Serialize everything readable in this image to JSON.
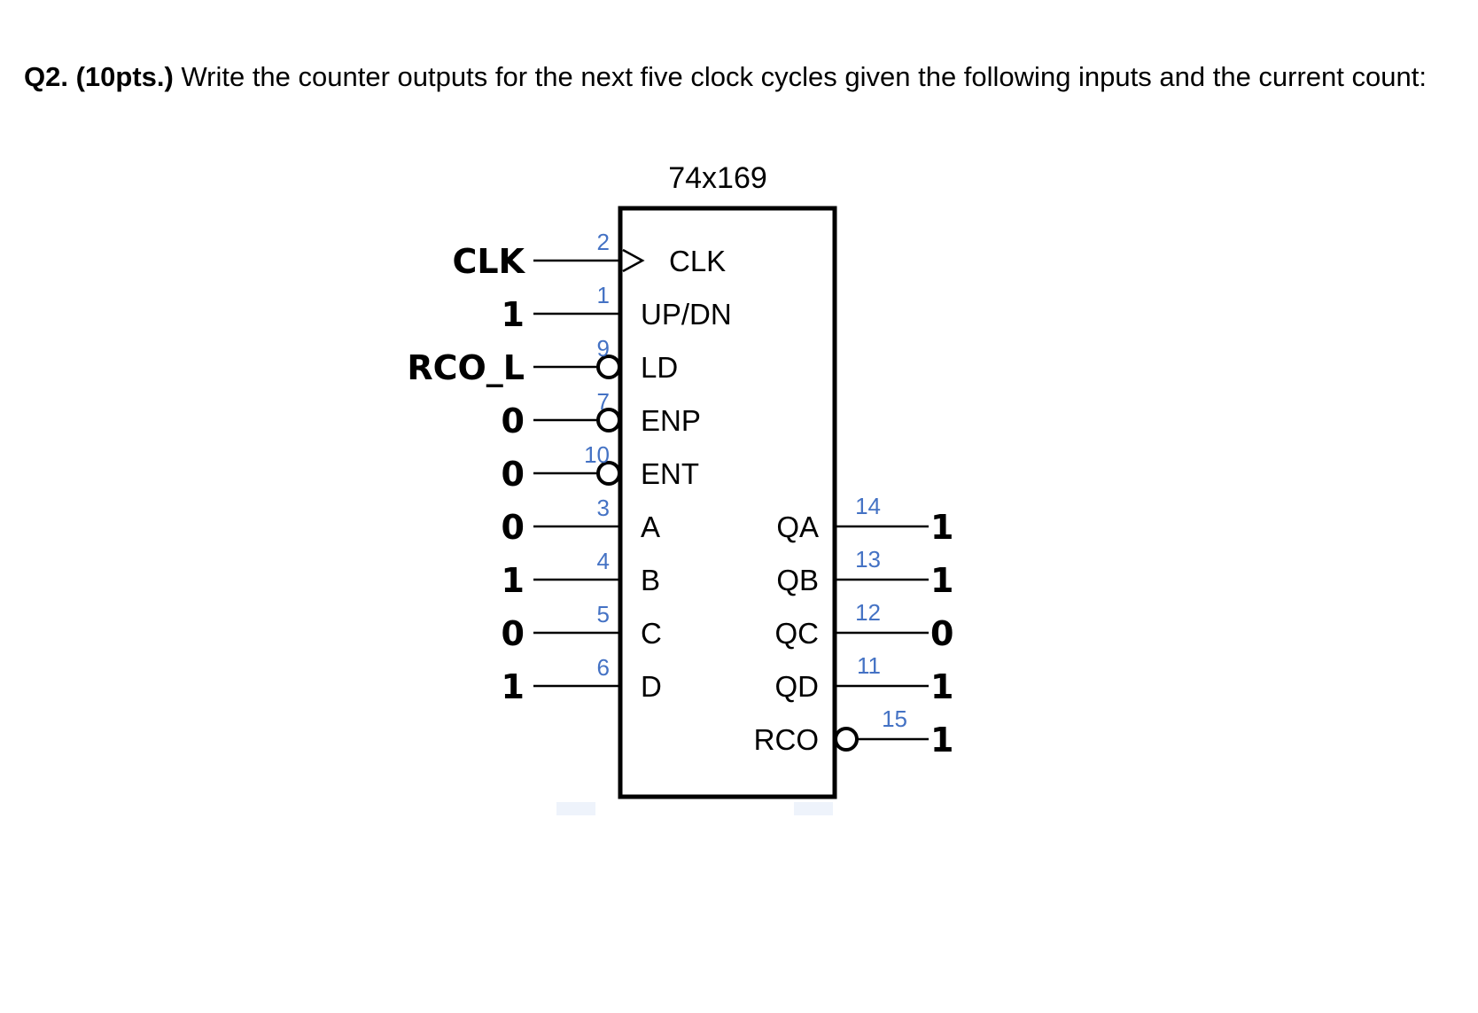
{
  "question": {
    "label": "Q2. (10pts.)",
    "text": " Write the counter outputs for the next five clock cycles given the following inputs and the current count:"
  },
  "chip": {
    "title": "74x169",
    "inputs": [
      {
        "signal": "CLK",
        "pin": "2",
        "name": "CLK",
        "style": "clock"
      },
      {
        "signal": "1",
        "pin": "1",
        "name": "UP/DN",
        "style": "plain"
      },
      {
        "signal": "RCO_L",
        "pin": "9",
        "name": "LD",
        "style": "bubble"
      },
      {
        "signal": "0",
        "pin": "7",
        "name": "ENP",
        "style": "bubble"
      },
      {
        "signal": "0",
        "pin": "10",
        "name": "ENT",
        "style": "bubble"
      },
      {
        "signal": "0",
        "pin": "3",
        "name": "A",
        "style": "plain"
      },
      {
        "signal": "1",
        "pin": "4",
        "name": "B",
        "style": "plain"
      },
      {
        "signal": "0",
        "pin": "5",
        "name": "C",
        "style": "plain"
      },
      {
        "signal": "1",
        "pin": "6",
        "name": "D",
        "style": "plain"
      }
    ],
    "outputs": [
      {
        "name": "QA",
        "pin": "14",
        "value": "1",
        "style": "plain"
      },
      {
        "name": "QB",
        "pin": "13",
        "value": "1",
        "style": "plain"
      },
      {
        "name": "QC",
        "pin": "12",
        "value": "0",
        "style": "plain"
      },
      {
        "name": "QD",
        "pin": "11",
        "value": "1",
        "style": "plain"
      },
      {
        "name": "RCO",
        "pin": "15",
        "value": "1",
        "style": "bubble"
      }
    ]
  }
}
